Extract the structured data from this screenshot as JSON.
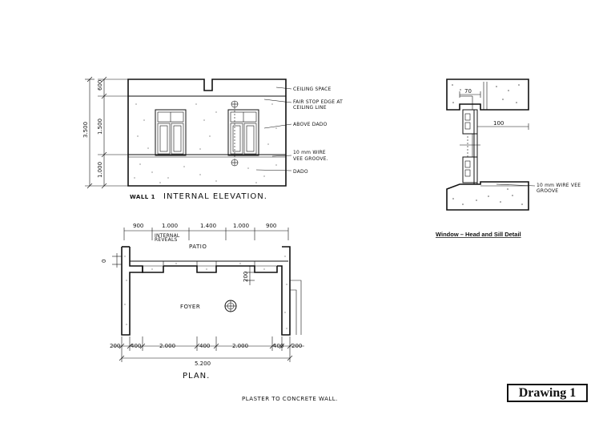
{
  "elevation": {
    "title_tag": "WALL 1",
    "title": "INTERNAL ELEVATION.",
    "dims_vertical": [
      "600",
      "1.500",
      "1.000"
    ],
    "overall_height": "3.500",
    "labels": {
      "ceiling_space": "CEILING SPACE",
      "fair_edge_1": "FAIR STOP EDGE AT",
      "fair_edge_2": "CEILING LINE",
      "above_dado": "ABOVE DADO",
      "wire_1": "10 mm WIRE",
      "wire_2": "VEE GROOVE.",
      "dado": "DADO"
    }
  },
  "detail": {
    "caption": "Window – Head and Sill Detail",
    "dim_top": "70",
    "dim_mid": "100",
    "groove_1": "10 mm WIRE VEE",
    "groove_2": "GROOVE"
  },
  "plan": {
    "title": "PLAN.",
    "patio": "PATIO",
    "foyer": "FOYER",
    "reveal_1": "INTERNAL",
    "reveal_2": "REVEALS",
    "top_dims": [
      "900",
      "1.000",
      "1.400",
      "1.000",
      "900"
    ],
    "bottom_dims": [
      "200",
      "400",
      "2.000",
      "400",
      "2.000",
      "400",
      "200"
    ],
    "overall": "5.200",
    "side_dim": "200",
    "small_dim": "0"
  },
  "subtitle": "PLASTER TO CONCRETE WALL.",
  "drawing_label": "Drawing 1"
}
